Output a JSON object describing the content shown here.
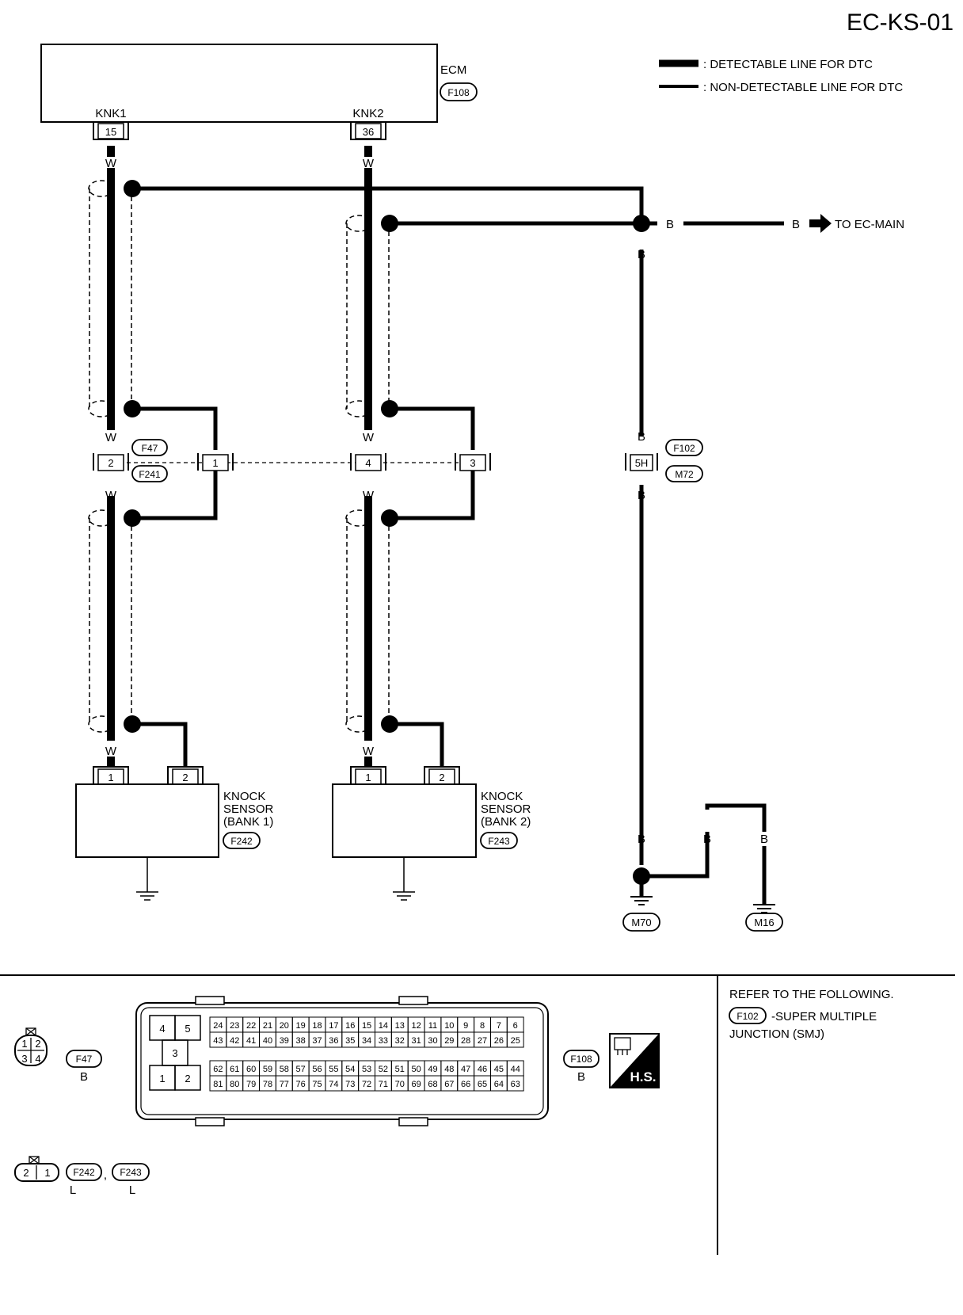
{
  "page_code": "EC-KS-01",
  "legend": {
    "detectable": ": DETECTABLE LINE FOR DTC",
    "non_detectable": ": NON-DETECTABLE LINE FOR DTC"
  },
  "ecm": {
    "label": "ECM",
    "connector": "F108",
    "terminals": [
      {
        "name": "KNK1",
        "pin": "15"
      },
      {
        "name": "KNK2",
        "pin": "36"
      }
    ]
  },
  "wire_colors": {
    "w": "W",
    "b": "B"
  },
  "harness_connectors": {
    "f47": "F47",
    "f241": "F241",
    "f102": "F102",
    "m72": "M72",
    "pins": {
      "p2": "2",
      "p1": "1",
      "p4": "4",
      "p3": "3",
      "p5h": "5H"
    }
  },
  "to_main": "TO EC-MAIN",
  "sensors": [
    {
      "label_lines": [
        "KNOCK",
        "SENSOR",
        "(BANK 1)"
      ],
      "connector": "F242",
      "pins": [
        "1",
        "2"
      ]
    },
    {
      "label_lines": [
        "KNOCK",
        "SENSOR",
        "(BANK 2)"
      ],
      "connector": "F243",
      "pins": [
        "1",
        "2"
      ]
    }
  ],
  "grounds": {
    "m70": "M70",
    "m16": "M16"
  },
  "connector_views": {
    "f47": {
      "id": "F47",
      "color": "B",
      "pins": [
        "1",
        "2",
        "3",
        "4"
      ]
    },
    "f108": {
      "id": "F108",
      "color": "B",
      "power_pins": [
        "4",
        "5",
        "3",
        "1",
        "2"
      ],
      "rows": [
        [
          "24",
          "23",
          "22",
          "21",
          "20",
          "19",
          "18",
          "17",
          "16",
          "15",
          "14",
          "13",
          "12",
          "11",
          "10",
          "9",
          "8",
          "7",
          "6"
        ],
        [
          "43",
          "42",
          "41",
          "40",
          "39",
          "38",
          "37",
          "36",
          "35",
          "34",
          "33",
          "32",
          "31",
          "30",
          "29",
          "28",
          "27",
          "26",
          "25"
        ],
        [
          "62",
          "61",
          "60",
          "59",
          "58",
          "57",
          "56",
          "55",
          "54",
          "53",
          "52",
          "51",
          "50",
          "49",
          "48",
          "47",
          "46",
          "45",
          "44"
        ],
        [
          "81",
          "80",
          "79",
          "78",
          "77",
          "76",
          "75",
          "74",
          "73",
          "72",
          "71",
          "70",
          "69",
          "68",
          "67",
          "66",
          "65",
          "64",
          "63"
        ]
      ]
    },
    "hs_badge": "H.S.",
    "f242_f243": {
      "ids": [
        "F242",
        "F243"
      ],
      "separator": ",",
      "color": "L",
      "pins": [
        "2",
        "1"
      ]
    }
  },
  "note": {
    "line1": "REFER TO THE FOLLOWING.",
    "connector": "F102",
    "line2": "-SUPER MULTIPLE",
    "line3": "JUNCTION (SMJ)"
  }
}
